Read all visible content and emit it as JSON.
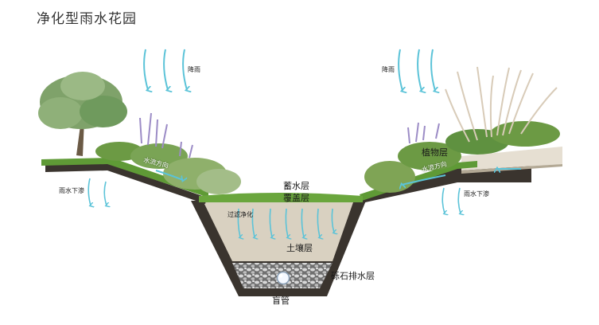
{
  "title": "净化型雨水花园",
  "labels": {
    "rain_left": "降雨",
    "rain_right": "降雨",
    "surface_flow_left": "水流方向",
    "surface_flow_right": "水流方向",
    "infiltration_left": "雨水下渗",
    "infiltration_right": "雨水下渗",
    "plant_layer": "植物层",
    "storage_layer": "蓄水层",
    "cover_layer": "覆盖层",
    "filtration": "过滤净化",
    "soil_layer": "土壤层",
    "gravel_layer": "砾石排水层",
    "blind_pipe": "盲管"
  },
  "colors": {
    "arrow": "#5bc3d8",
    "soil": "#d9d1c1",
    "gravel": "#8d8d8d",
    "edge": "#3a342e",
    "grass": "#5f9a36"
  }
}
